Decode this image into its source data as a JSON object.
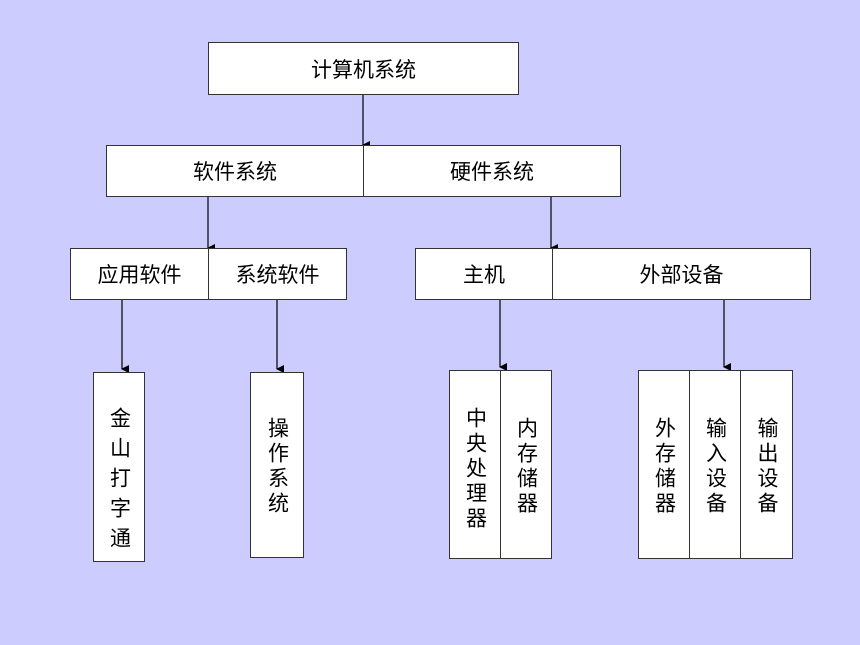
{
  "diagram": {
    "root": "计算机系统",
    "level2": {
      "software": "软件系统",
      "hardware": "硬件系统"
    },
    "level3": {
      "app_software": "应用软件",
      "system_software": "系统软件",
      "host": "主机",
      "peripherals": "外部设备"
    },
    "leaves": {
      "wps": "金山打字通",
      "os": "操作系统",
      "cpu": "中央处理器",
      "memory": "内存储器",
      "ext_storage": "外存储器",
      "input": "输入设备",
      "output": "输出设备"
    }
  },
  "colors": {
    "background": "#ccccff",
    "box": "#ffffff",
    "line": "#000000"
  }
}
